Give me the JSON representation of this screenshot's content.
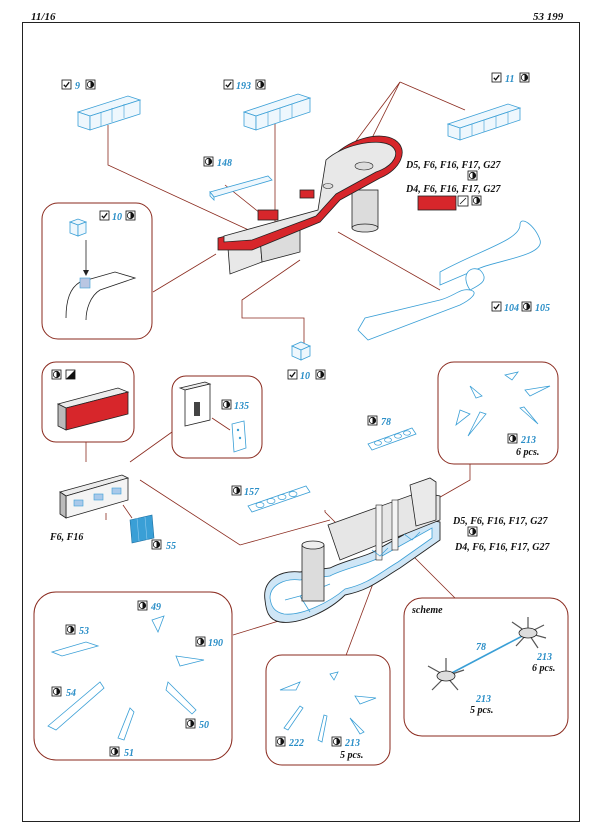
{
  "header": {
    "page": "11/16",
    "code": "53 199"
  },
  "labels": {
    "n9": "9",
    "n193": "193",
    "n11": "11",
    "n148": "148",
    "paint1": "D5, F6, F16, F17, G27",
    "paint2": "D4, F6, F16, F17, G27",
    "n10a": "10",
    "n104": "104",
    "n105": "105",
    "n10b": "10",
    "n135": "135",
    "n157": "157",
    "n78": "78",
    "n55": "55",
    "f6f16": "F6, F16",
    "n213a": "213",
    "pcs6a": "6 pcs.",
    "paint3": "D5, F6, F16, F17, G27",
    "paint4": "D4, F6, F16, F17, G27",
    "n53": "53",
    "n49": "49",
    "n190": "190",
    "n54": "54",
    "n50": "50",
    "n51": "51",
    "n222": "222",
    "n213b": "213",
    "pcs5a": "5 pcs.",
    "scheme": "scheme",
    "s78": "78",
    "s213a": "213",
    "s6pcs": "6 pcs.",
    "s213b": "213",
    "s5pcs": "5 pcs."
  },
  "colors": {
    "etch_blue": "#3a9fd6",
    "label_blue": "#2a8ec7",
    "deck_red": "#d7262b",
    "leader_brown": "#8a2a1e"
  },
  "icons": [
    "check-icon",
    "etch-icon",
    "paint-swatch-icon"
  ]
}
